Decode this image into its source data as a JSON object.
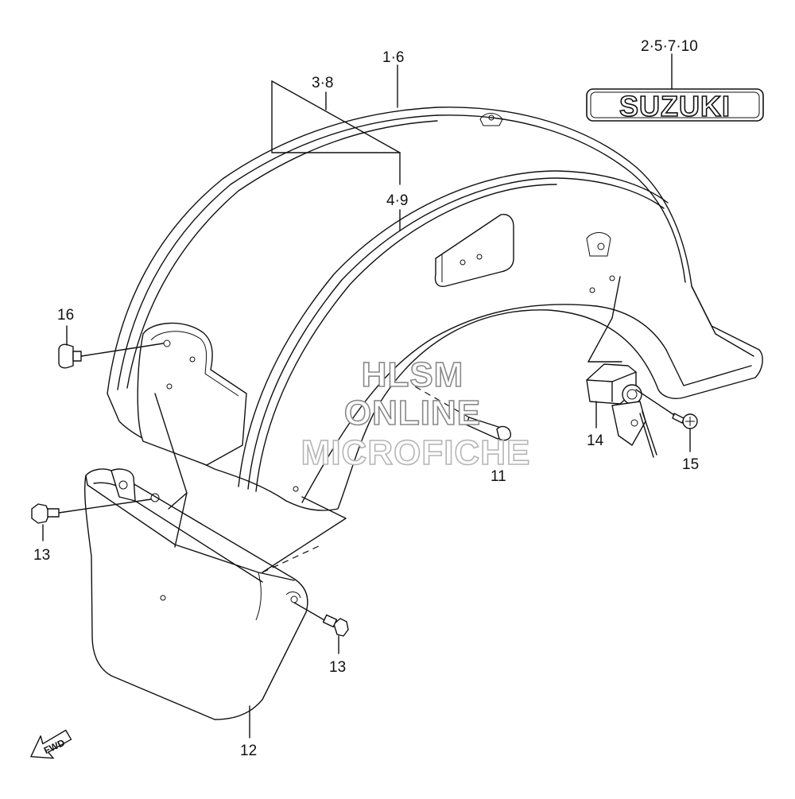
{
  "labels": {
    "p1_6": "1·6",
    "p2_5_7_10": "2·5·7·10",
    "p3_8": "3·8",
    "p4_9": "4·9",
    "p11": "11",
    "p12": "12",
    "p13a": "13",
    "p13b": "13",
    "p14": "14",
    "p15": "15",
    "p16": "16"
  },
  "brand_emblem": "SUZUKI",
  "direction_marker": "FWD",
  "watermark": {
    "line1": "HLSM",
    "line2": "ONLINE",
    "line3": "MICROFICHE"
  }
}
